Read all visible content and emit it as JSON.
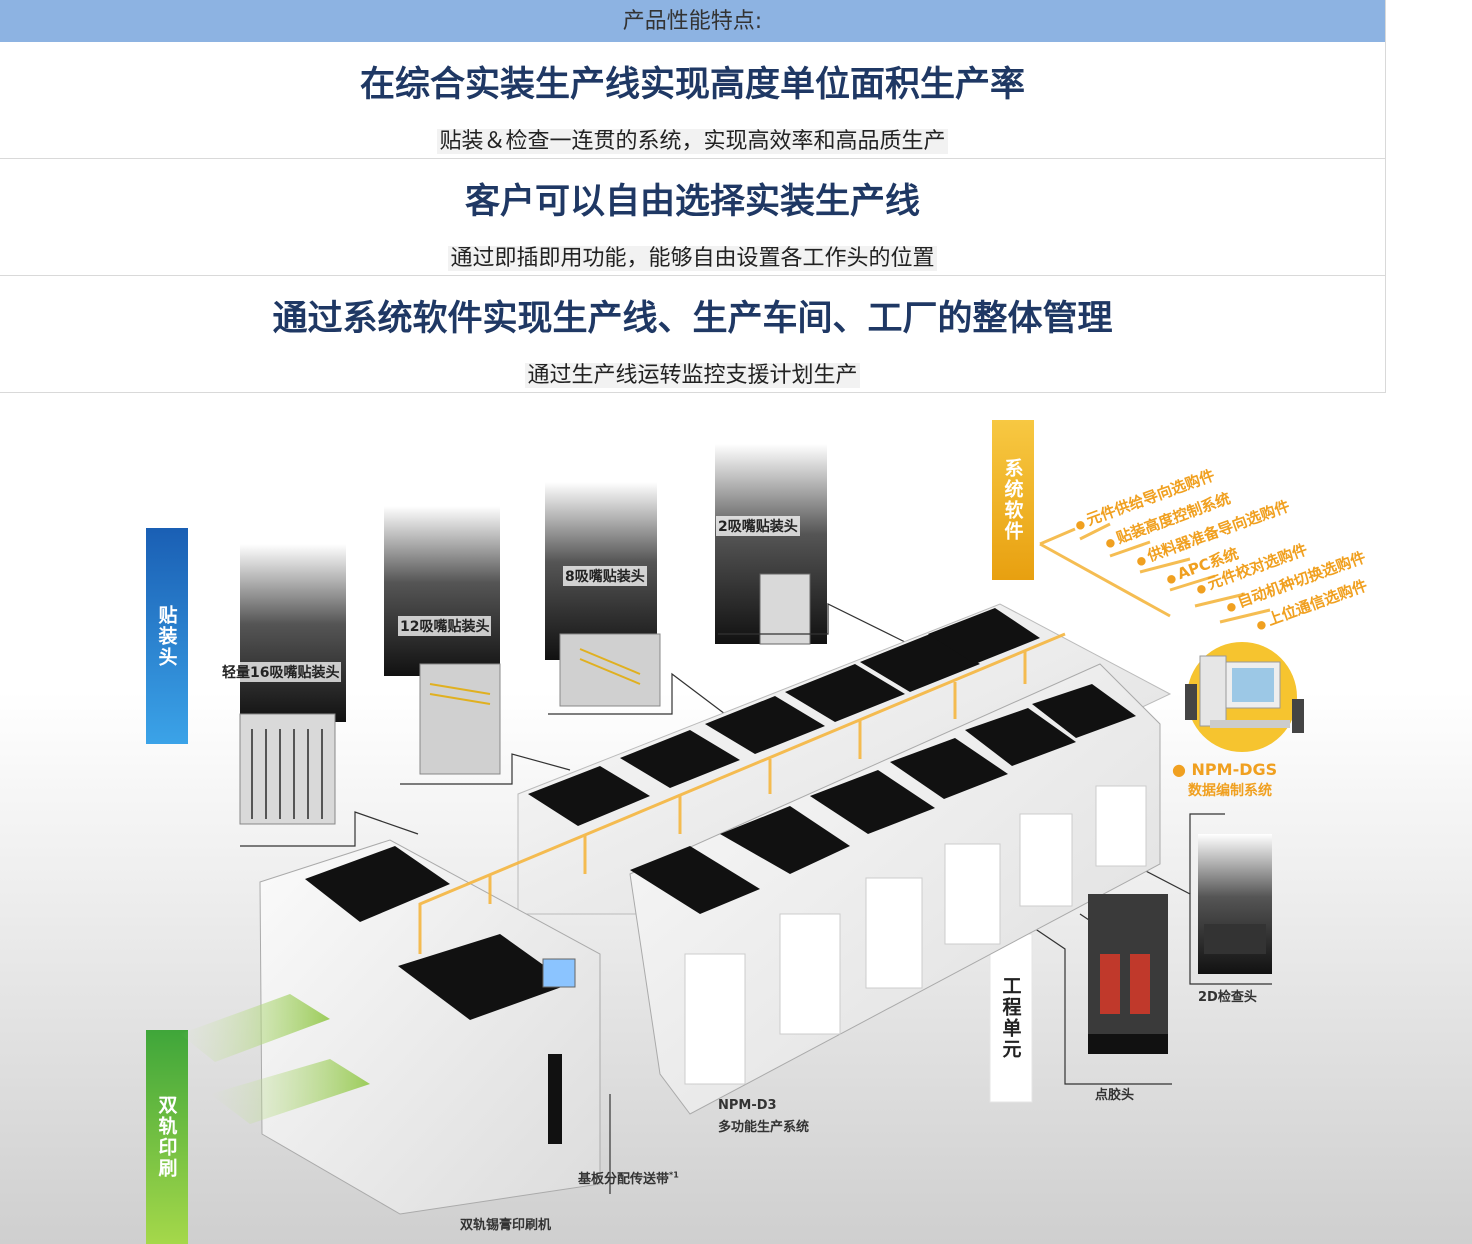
{
  "header": {
    "title": "产品性能特点:"
  },
  "features": [
    {
      "title": "在综合实装生产线实现高度单位面积生产率",
      "subtitle": "贴装＆检查一连贯的系统，实现高效率和高品质生产"
    },
    {
      "title": "客户可以自由选择实装生产线",
      "subtitle": "通过即插即用功能，能够自由设置各工作头的位置"
    },
    {
      "title": "通过系统软件实现生产线、生产车间、工厂的整体管理",
      "subtitle": "通过生产线运转监控支援计划生产"
    }
  ],
  "diagram": {
    "side_labels": {
      "mount_head": "贴装头",
      "dual_print": "双轨印刷",
      "system_software": "系统软件",
      "process_unit": "工程单元"
    },
    "heads": {
      "h16": "轻量16吸嘴贴装头",
      "h12": "12吸嘴贴装头",
      "h8": "8吸嘴贴装头",
      "h2": "2吸嘴贴装头"
    },
    "software_options": [
      "元件供给导向选购件",
      "贴装高度控制系统",
      "供料器准备导向选购件",
      "APC系统",
      "元件校对选购件",
      "自动机种切换选购件",
      "上位通信选购件"
    ],
    "dgs": {
      "name": "NPM-DGS",
      "desc": "数据编制系统"
    },
    "labels": {
      "inspection_2d": "2D检查头",
      "dispense": "点胶头",
      "npm_d3": "NPM-D3",
      "npm_d3_desc": "多功能生产系统",
      "conveyor": "基板分配传送带",
      "conveyor_note": "*1",
      "printer": "双轨锡膏印刷机"
    },
    "colors": {
      "blue": "#1f72c4",
      "green": "#55b43f",
      "orange": "#f0a020",
      "title_navy": "#1f3864",
      "header_blue": "#8db3e2"
    }
  }
}
